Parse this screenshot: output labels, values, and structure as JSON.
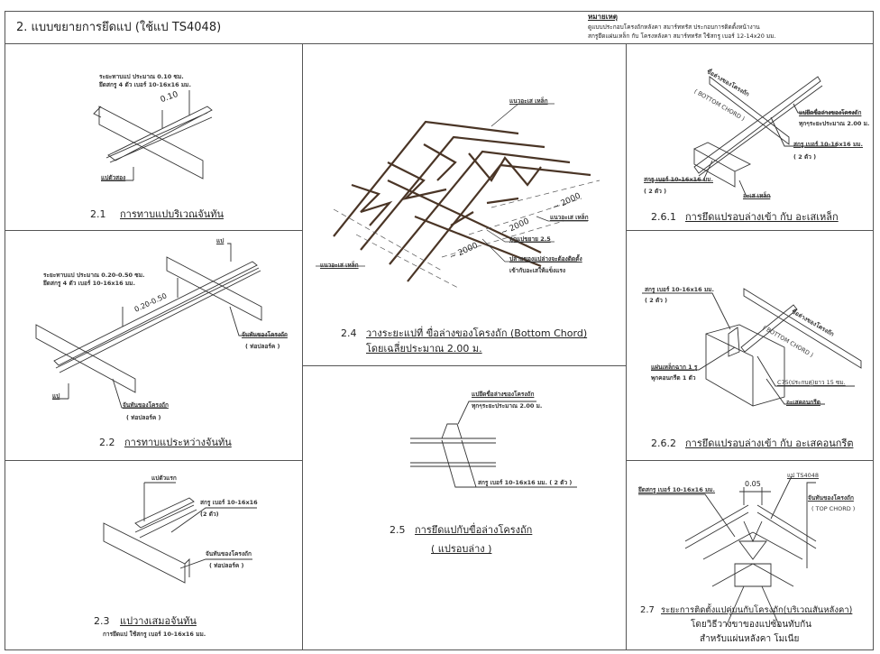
{
  "header": {
    "title": "2.  แบบขยายการยึดแป (ใช้แป TS4048)",
    "note_heading": "หมายเหตุ",
    "note_lines": [
      "ดูแบบประกอบโครงถักหลังคา สมาร์ททรัส ประกอบการติดตั้งหน้างาน",
      "สกรูยึดแผ่นเหล็ก กับ โครงหลังคา สมาร์ททรัส ใช้สกรู เบอร์ 12-14x20 มม."
    ]
  },
  "details": {
    "d21": {
      "number": "2.1",
      "caption": "การทาบแปบริเวณจันทัน",
      "labels": [
        "ระยะทาบแป ประมาณ 0.10 ซม.",
        "ยึดสกรู 4 ตัว เบอร์ 10-16x16 มม.",
        "0.10",
        "แปตัวสอง"
      ]
    },
    "d22": {
      "number": "2.2",
      "caption": "การทาบแประหว่างจันทัน",
      "labels": [
        "แป",
        "ระยะทาบแป ประมาณ 0.20-0.50 ซม.",
        "ยึดสกรู 4 ตัว เบอร์ 10-16x16 มม.",
        "0.20-0.50",
        "จันทันของโครงถัก",
        "( ท่อปลอร์ค )",
        "แป",
        "จันทันของโครงถัก",
        "( ท่อปลอร์ค )"
      ]
    },
    "d23": {
      "number": "2.3",
      "caption": "แปวางเสมอจันทัน",
      "subcaption": "การยึดแป ใช้สกรู เบอร์ 10-16x16 มม.",
      "labels": [
        "แปตัวแรก",
        "สกรู เบอร์ 10-16x16",
        "(2 ตัว)",
        "จันทันของโครงถัก",
        "( ท่อปลอร์ค )"
      ]
    },
    "d24": {
      "number": "2.4",
      "caption": "วางระยะแปที่ ขื่อล่างของโครงถัก (Bottom Chord)",
      "caption2": "โดยเฉลี่ยประมาณ 2.00 ม.",
      "labels": [
        "แนวอะเส เหล็ก",
        "แนวอะเส เหล็ก",
        "ลูกแปขยาย 2.5",
        "ปลายของแปล่างจะต้องติดตั้ง",
        "เข้ากับอะเสให้แข็งแรง",
        "แนวอะเส เหล็ก"
      ],
      "dimensions": [
        "~ 2000",
        "~ 2000",
        "~ 2000"
      ]
    },
    "d25": {
      "number": "2.5",
      "caption": "การยึดแปกับขื่อล่างโครงถัก",
      "caption2": "( แปรอบล่าง )",
      "labels": [
        "แปยึดขื่อล่างของโครงถัก",
        "ทุกๆระยะประมาณ 2.00 ม.",
        "สกรู เบอร์ 10-16x16 มม. ( 2 ตัว )"
      ]
    },
    "d261": {
      "number": "2.6.1",
      "caption": "การยึดแปรอบล่างเข้า กับ อะเสเหล็ก",
      "labels": [
        "ขื่อล่างของโครงถัก",
        "( BOTTOM CHORD )",
        "แปยึดขื่อล่างของโครงถัก",
        "ทุกๆระยะประมาณ 2.00 ม.",
        "สกรู เบอร์ 10-16x16 มม.",
        "( 2 ตัว )",
        "สกรู เบอร์ 10-16x16 มม.",
        "( 2 ตัว )",
        "อะเส เหล็ก"
      ]
    },
    "d262": {
      "number": "2.6.2",
      "caption": "การยึดแปรอบล่างเข้า กับ อะเสคอนกรีต",
      "labels": [
        "สกรู เบอร์ 10-16x16 มม.",
        "( 2 ตัว )",
        "ขื่อล่างของโครงถัก",
        "( BOTTOM CHORD )",
        "แผ่นเหล็กฉาก 1 รู",
        "พุกคอนกรีต 1 ตัว",
        "C75(ประกบคู่)ยาว 15 ซม.",
        "อะเสคอนกรีต"
      ]
    },
    "d27": {
      "number": "2.7",
      "caption": "ระยะการติดตั้งแปคู่บนกับโครงถัก(บริเวณสันหลังคา)",
      "lines": [
        "โดยวิธีวางขาของแปซ้อนทับกัน",
        "สำหรับแผ่นหลังคา โมเนีย"
      ],
      "labels": [
        "แป TS4048",
        "ยึดสกรู เบอร์ 10-16x16 มม.",
        "0.05",
        "จันทันของโครงถัก",
        "( TOP CHORD )"
      ]
    }
  }
}
